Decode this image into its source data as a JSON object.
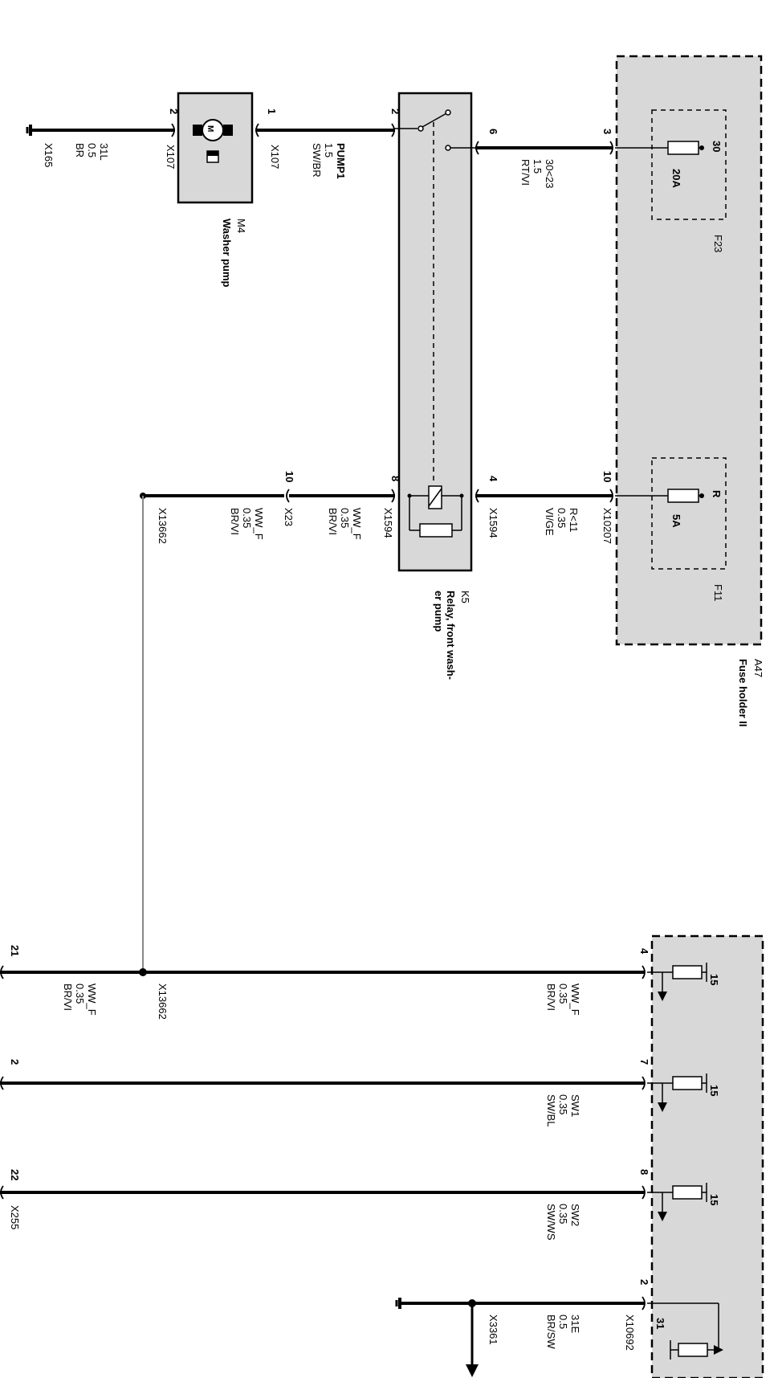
{
  "fuse_holder": {
    "id": "A47",
    "name": "Fuse holder II",
    "fuse_f23": {
      "id": "F23",
      "rating": "20A",
      "terminal": "30",
      "pin": "3"
    },
    "fuse_f11": {
      "id": "F11",
      "rating": "5A",
      "terminal": "R",
      "pin": "10",
      "connector": "X10207"
    }
  },
  "relay": {
    "id": "K5",
    "name": "Relay, front wash-",
    "name2": "er pump",
    "pins": {
      "p2": "2",
      "p6": "6",
      "p4": "4",
      "p8": "8"
    },
    "connector": "X1594"
  },
  "pump": {
    "id": "M4",
    "name": "Washer pump",
    "pin1": "1",
    "pin2": "2",
    "connector": "X107",
    "motor": "M"
  },
  "wires": {
    "w30_23": {
      "signal": "30<23",
      "size": "1.5",
      "color": "RT/VI"
    },
    "pump1": {
      "signal": "PUMP1",
      "size": "1.5",
      "color": "SW/BR"
    },
    "ground31l": {
      "signal": "31L",
      "size": "0.5",
      "color": "BR"
    },
    "r11": {
      "signal": "R<11",
      "size": "0.35",
      "color": "VI/GE"
    },
    "wwf_a": {
      "signal": "WW_F",
      "size": "0.35",
      "color": "BR/VI"
    },
    "wwf_b": {
      "signal": "WW_F",
      "size": "0.35",
      "color": "BR/VI"
    },
    "wwf_c": {
      "signal": "WW_F",
      "size": "0.35",
      "color": "BR/VI"
    },
    "wwf_d": {
      "signal": "WW_F",
      "size": "0.35",
      "color": "BR/VI"
    },
    "sw1": {
      "signal": "SW1",
      "size": "0.35",
      "color": "SW/BL"
    },
    "sw2": {
      "signal": "SW2",
      "size": "0.35",
      "color": "SW/WS"
    },
    "e31": {
      "signal": "31E",
      "size": "0.5",
      "color": "BR/SW"
    }
  },
  "connectors": {
    "x165": "X165",
    "x23": "X23",
    "x23_pin": "10",
    "x13662": "X13662",
    "x13662_b": "X13662",
    "x255": "X255",
    "x10692": "X10692",
    "x3361": "X3361"
  },
  "pins_bottom": {
    "p21": "21",
    "p2": "2",
    "p22": "22",
    "m4": "4",
    "m7": "7",
    "m8": "8",
    "m2": "2"
  },
  "module_terminals": {
    "t15a": "15",
    "t15b": "15",
    "t15c": "15",
    "t31": "31"
  }
}
